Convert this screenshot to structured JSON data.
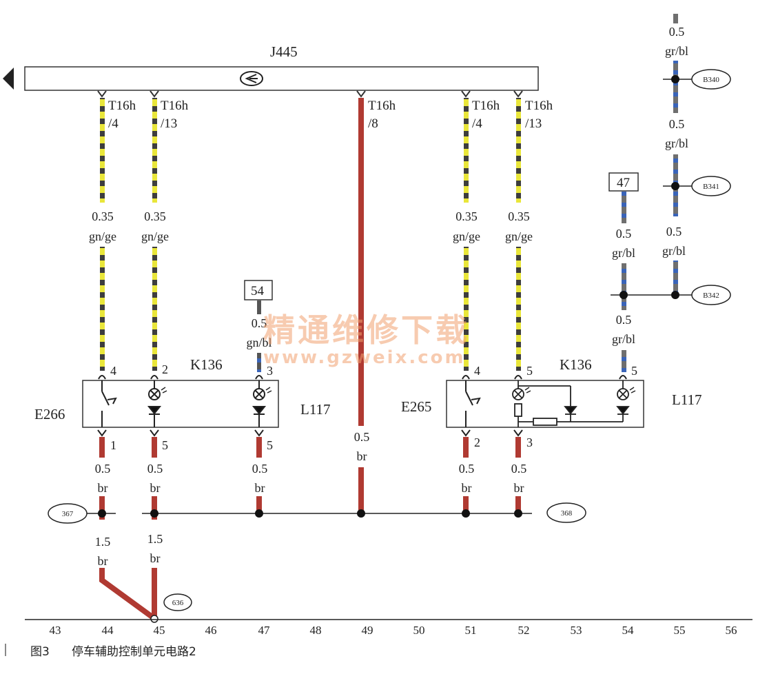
{
  "module_title": "J445",
  "connectors": {
    "c1_pin": "T16h",
    "c1_num": "/4",
    "c2_pin": "T16h",
    "c2_num": "/13",
    "c3_pin": "T16h",
    "c3_num": "/8",
    "c4_pin": "T16h",
    "c4_num": "/4",
    "c5_pin": "T16h",
    "c5_num": "/13"
  },
  "wires": {
    "w1_size": "0.35",
    "w1_color": "gn/ge",
    "w2_size": "0.35",
    "w2_color": "gn/ge",
    "w4_size": "0.35",
    "w4_color": "gn/ge",
    "w5_size": "0.35",
    "w5_color": "gn/ge",
    "w54_size": "0.5",
    "w54_color": "gn/bl",
    "w47_size": "0.5",
    "w47_color": "gr/bl",
    "w47b_size": "0.5",
    "w47b_color": "gr/bl",
    "wr1_size": "0.5",
    "wr1_color": "gr/bl",
    "wr2_size": "0.5",
    "wr2_color": "gr/bl",
    "wr3_size": "0.5",
    "wr3_color": "gr/bl",
    "wmid_size": "0.5",
    "wmid_color": "br",
    "b1_size": "0.5",
    "b1_color": "br",
    "b2_size": "0.5",
    "b2_color": "br",
    "b3_size": "0.5",
    "b3_color": "br",
    "b4_size": "0.5",
    "b4_color": "br",
    "b5_size": "0.5",
    "b5_color": "br",
    "g1_size": "1.5",
    "g1_color": "br",
    "g2_size": "1.5",
    "g2_color": "br"
  },
  "boxes": {
    "box54": "54",
    "box47": "47"
  },
  "components": {
    "left_k": "K136",
    "left_e": "E266",
    "left_l": "L117",
    "right_k": "K136",
    "right_e": "E265",
    "right_l": "L117"
  },
  "pins": {
    "lp_top1": "4",
    "lp_top2": "2",
    "lp_top3": "3",
    "lp_bot1": "1",
    "lp_bot2": "5",
    "lp_bot3": "5",
    "rp_top1": "4",
    "rp_top2": "5",
    "rp_top3": "5",
    "rp_bot1": "2",
    "rp_bot2": "3"
  },
  "refs": {
    "r367": "367",
    "r368": "368",
    "r636": "636",
    "rB340": "B340",
    "rB341": "B341",
    "rB342": "B342"
  },
  "scale": [
    "43",
    "44",
    "45",
    "46",
    "47",
    "48",
    "49",
    "50",
    "51",
    "52",
    "53",
    "54",
    "55",
    "56"
  ],
  "caption": {
    "fig": "图3",
    "text": "停车辅助控制单元电路2"
  },
  "watermark": {
    "line1": "精通维修下载",
    "line2": "www.gzweix.com"
  },
  "colors": {
    "brown": "#b03a32",
    "yellow": "#e9e63a",
    "dark": "#3d3d3d",
    "blue": "#3a64b8",
    "grey": "#7a7a7a"
  }
}
